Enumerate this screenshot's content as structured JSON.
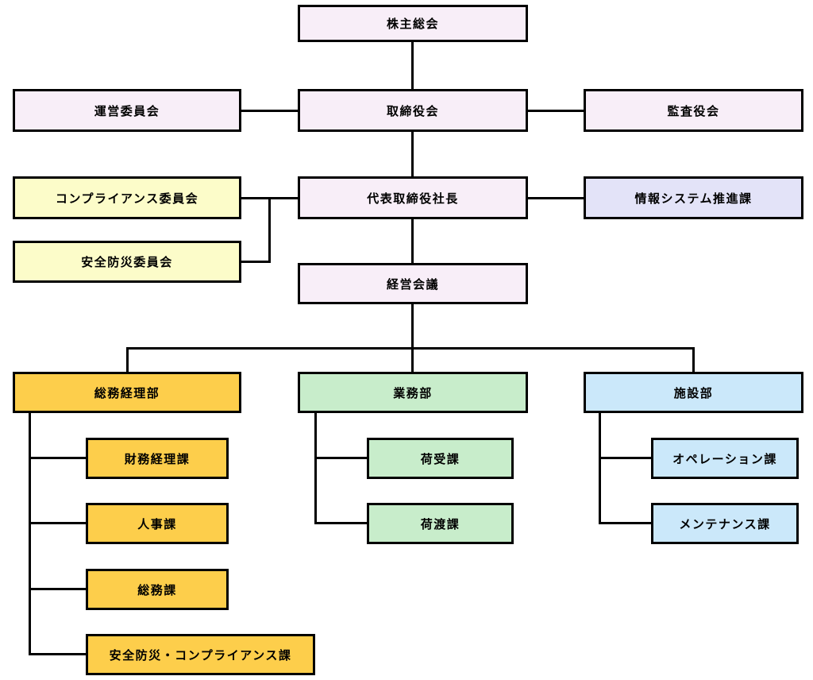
{
  "colors": {
    "pink": "#f8eef8",
    "yellow": "#fcfcc9",
    "lavender": "#e3e3f8",
    "orange": "#fdce4b",
    "green": "#c8edcb",
    "blue": "#cbe8fa",
    "line": "#000000"
  },
  "org": {
    "shareholders_meeting": {
      "label": "株主総会"
    },
    "steering_committee": {
      "label": "運営委員会"
    },
    "board_of_directors": {
      "label": "取締役会"
    },
    "audit_board": {
      "label": "監査役会"
    },
    "compliance_committee": {
      "label": "コンプライアンス委員会"
    },
    "president": {
      "label": "代表取締役社長"
    },
    "info_system_section": {
      "label": "情報システム推進課"
    },
    "safety_committee": {
      "label": "安全防災委員会"
    },
    "management_meeting": {
      "label": "経営会議"
    },
    "general_affairs_dept": {
      "label": "総務経理部"
    },
    "operations_dept": {
      "label": "業務部"
    },
    "facilities_dept": {
      "label": "施設部"
    },
    "finance_accounting_section": {
      "label": "財務経理課"
    },
    "hr_section": {
      "label": "人事課"
    },
    "general_affairs_section": {
      "label": "総務課"
    },
    "safety_compliance_section": {
      "label": "安全防災・コンプライアンス課"
    },
    "cargo_receiving_section": {
      "label": "荷受課"
    },
    "cargo_delivery_section": {
      "label": "荷渡課"
    },
    "operation_section": {
      "label": "オペレーション課"
    },
    "maintenance_section": {
      "label": "メンテナンス課"
    }
  }
}
